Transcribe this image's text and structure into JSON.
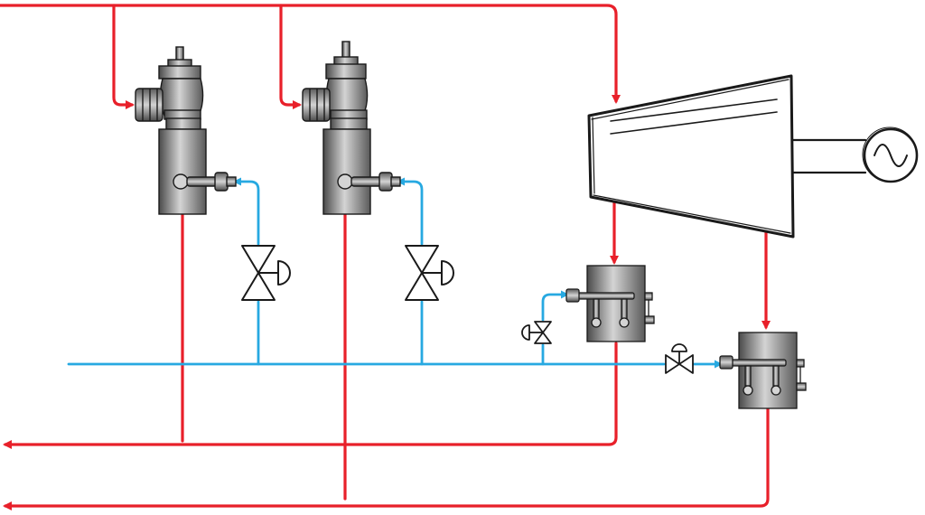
{
  "colors": {
    "steam": "#e8202a",
    "water": "#27a9e1",
    "outline": "#1a1a1a",
    "metal_dark": "#4a4a4a",
    "metal_mid": "#8c8c8c",
    "metal_light": "#d4d4d4"
  },
  "components": {
    "desuperheater_1": "desuperheater",
    "desuperheater_2": "desuperheater",
    "steam_turbine": "turbine",
    "generator": "generator-symbol",
    "spray_valve_1": "control-valve",
    "spray_valve_2": "control-valve",
    "spray_valve_3": "control-valve",
    "spray_valve_4": "control-valve",
    "attemperator_1": "attemperator",
    "attemperator_2": "attemperator"
  }
}
